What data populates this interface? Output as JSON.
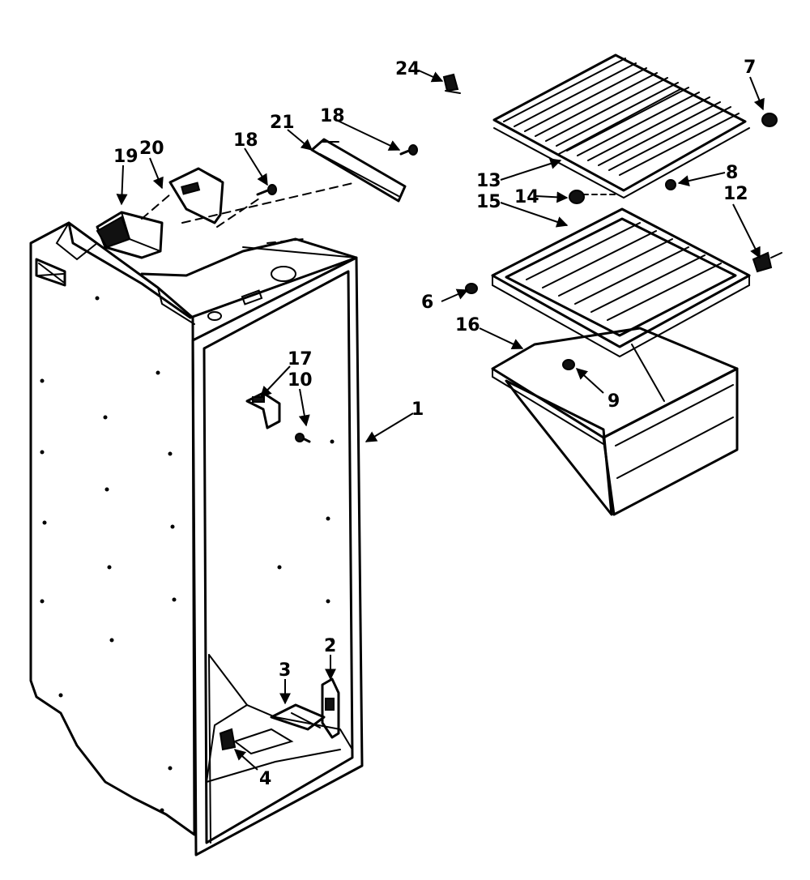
{
  "callouts": {
    "c1": "1",
    "c2": "2",
    "c3": "3",
    "c4": "4",
    "c6": "6",
    "c7": "7",
    "c8": "8",
    "c9": "9",
    "c10": "10",
    "c12": "12",
    "c13": "13",
    "c14": "14",
    "c15": "15",
    "c16": "16",
    "c17": "17",
    "c18a": "18",
    "c18b": "18",
    "c19": "19",
    "c20": "20",
    "c21": "21",
    "c24": "24"
  }
}
